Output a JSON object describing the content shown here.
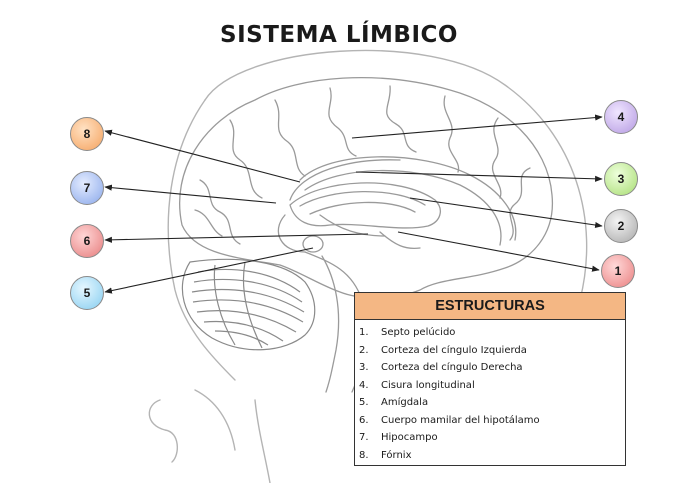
{
  "title": "SISTEMA LÍMBICO",
  "markers": [
    "1",
    "2",
    "3",
    "4",
    "5",
    "6",
    "7",
    "8"
  ],
  "legend": {
    "heading": "ESTRUCTURAS",
    "items": [
      {
        "n": "1.",
        "label": "Septo pelúcido"
      },
      {
        "n": "2.",
        "label": "Corteza  del cíngulo Izquierda"
      },
      {
        "n": "3.",
        "label": "Corteza  del cíngulo Derecha"
      },
      {
        "n": "4.",
        "label": "Cisura longitudinal"
      },
      {
        "n": "5.",
        "label": "Amígdala"
      },
      {
        "n": "6.",
        "label": "Cuerpo mamilar del hipotálamo"
      },
      {
        "n": "7.",
        "label": "Hipocampo"
      },
      {
        "n": "8.",
        "label": "Fórnix"
      }
    ]
  },
  "colors": {
    "marker_1": "#ea7f7f",
    "marker_2": "#a8a8a8",
    "marker_3": "#a8dd72",
    "marker_4": "#b59ae2",
    "marker_5": "#86cdf0",
    "marker_6": "#e67c7c",
    "marker_7": "#8aa8ea",
    "marker_8": "#f5a25e",
    "legend_header": "#f4b784"
  }
}
